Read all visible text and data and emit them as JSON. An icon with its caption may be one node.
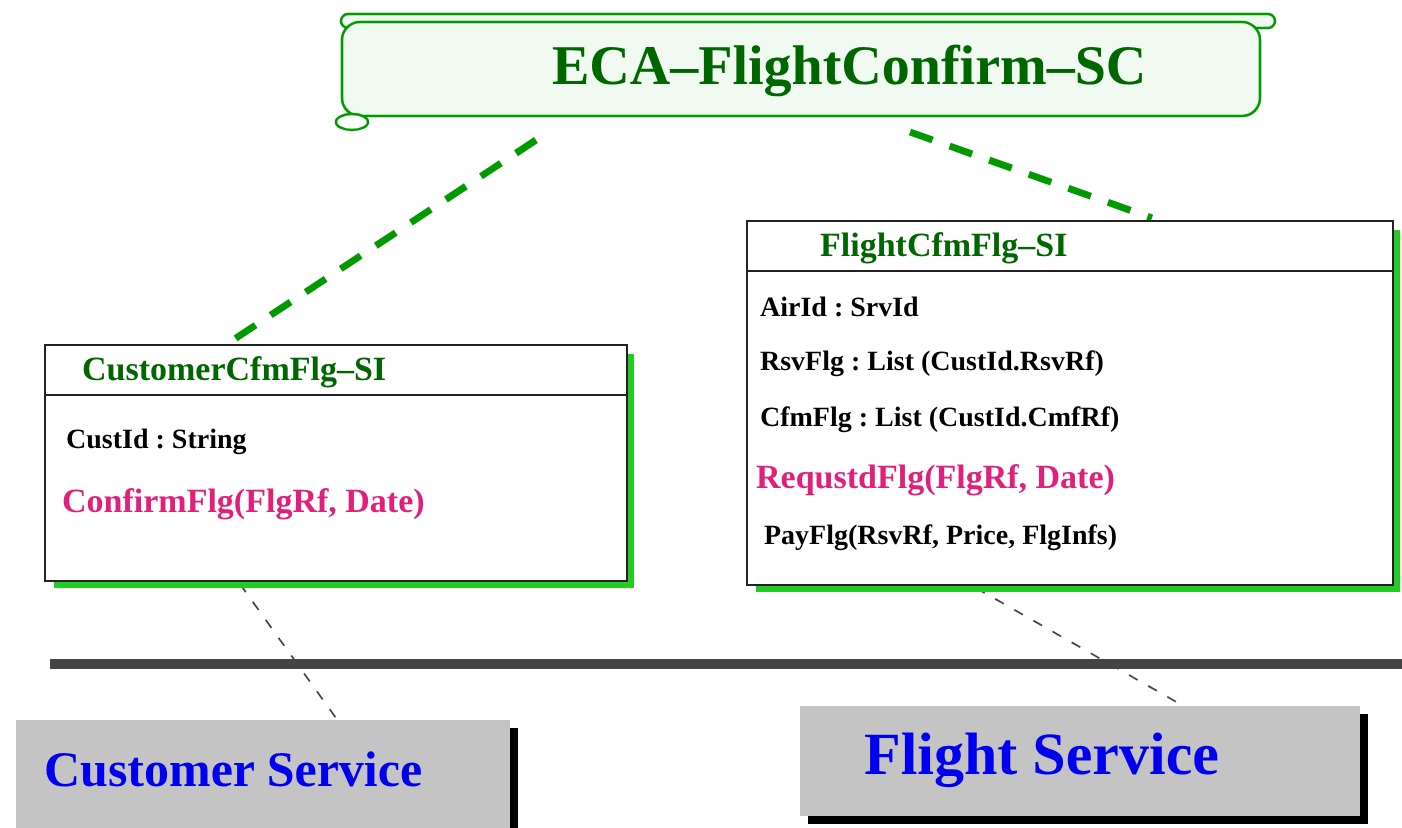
{
  "diagram": {
    "nodes": [
      {
        "text": [
          "ECA–FlightConfirm–SC"
        ]
      },
      {
        "text": [
          "CustomerCfmFlg–SI",
          "CustId : String",
          "ConfirmFlg(FlgRf, Date)"
        ]
      },
      {
        "text": [
          "FlightCfmFlg–SI",
          "AirId : SrvId",
          "RsvFlg : List (CustId.RsvRf)",
          "CfmFlg : List (CustId.CmfRf)",
          "RequstdFlg(FlgRf, Date)",
          "PayFlg(RsvRf, Price, FlgInfs)"
        ]
      },
      {
        "text": [
          "Customer Service"
        ]
      },
      {
        "text": [
          "Flight Service"
        ]
      }
    ],
    "edges": [
      {
        "from": 0,
        "to": 1,
        "arrow": "none",
        "style": "dashed",
        "color": "#009900"
      },
      {
        "from": 0,
        "to": 2,
        "arrow": "none",
        "style": "dashed",
        "color": "#009900"
      },
      {
        "from": 1,
        "to": 3,
        "arrow": "none",
        "style": "dashed"
      },
      {
        "from": 2,
        "to": 4,
        "arrow": "none",
        "style": "dashed"
      }
    ]
  }
}
